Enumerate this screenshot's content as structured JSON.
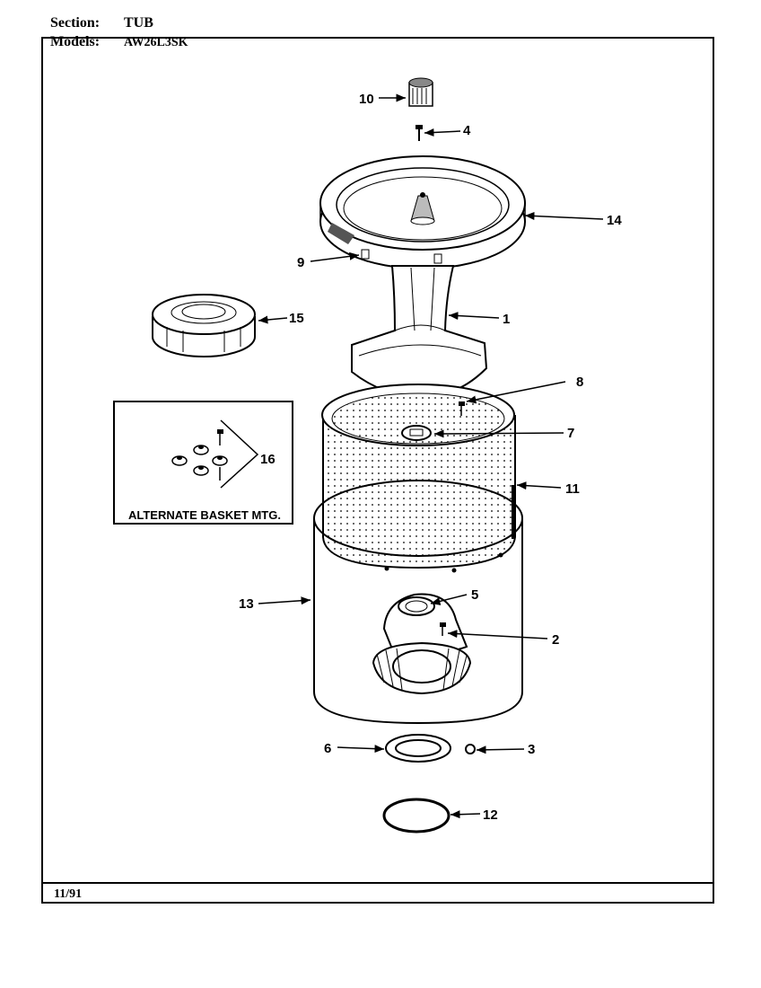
{
  "header": {
    "section_label": "Section:",
    "section_value": "TUB",
    "models_label": "Models:",
    "models_value": "AW26L3SK"
  },
  "footer": {
    "date": "11/91"
  },
  "inset": {
    "caption": "ALTERNATE BASKET MTG."
  },
  "callouts": {
    "c1": "1",
    "c2": "2",
    "c3": "3",
    "c4": "4",
    "c5": "5",
    "c6": "6",
    "c7": "7",
    "c8": "8",
    "c9": "9",
    "c10": "10",
    "c11": "11",
    "c12": "12",
    "c13": "13",
    "c14": "14",
    "c15": "15",
    "c16": "16"
  }
}
